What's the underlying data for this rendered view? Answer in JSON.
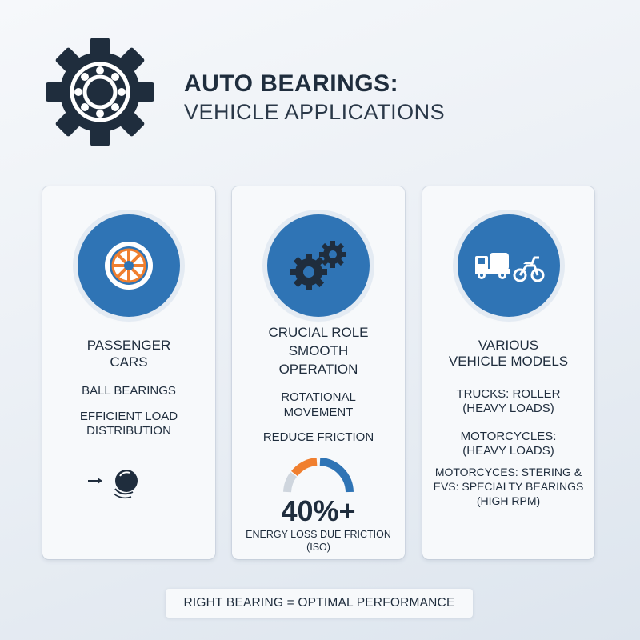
{
  "header": {
    "title_line1": "AUTO BEARINGS:",
    "title_line2": "VEHICLE APPLICATIONS",
    "logo_icon": "gear-bearing-icon"
  },
  "colors": {
    "primary_blue": "#2f74b5",
    "accent_orange": "#f07f2f",
    "dark_navy": "#1f2d3d"
  },
  "cards": [
    {
      "icon": "wheel-icon",
      "heading": [
        "PASSENGER",
        "CARS"
      ],
      "items": [
        "BALL BEARINGS",
        "EFFICIENT LOAD",
        "DISTRIBUTION"
      ],
      "footer_icons": [
        "arrow-right-icon",
        "ball-bearing-icon"
      ]
    },
    {
      "icon": "gears-icon",
      "heading": [
        "CRUCIAL ROLE",
        "SMOOTH",
        "OPERATION"
      ],
      "items": [
        "ROTATIONAL",
        "MOVEMENT",
        "REDUCE FRICTION"
      ],
      "gauge_icon": "gauge-icon",
      "stat": "40%+",
      "stat_caption": [
        "ENERGY LOSS DUE FRICTION",
        "(ISO)"
      ]
    },
    {
      "icon": "truck-motorcycle-icon",
      "heading": [
        "VARIOUS",
        "VEHICLE MODELS"
      ],
      "items": [
        "TRUCKS: ROLLER",
        "(HEAVY LOADS)",
        "MOTORCYCLES:",
        "(HEAVY LOADS)",
        "MOTORCYCES: STERING &",
        "EVS: SPECIALTY BEARINGS",
        "(HIGH RPM)"
      ]
    }
  ],
  "footer": {
    "text": "RIGHT BEARING = OPTIMAL PERFORMANCE"
  }
}
